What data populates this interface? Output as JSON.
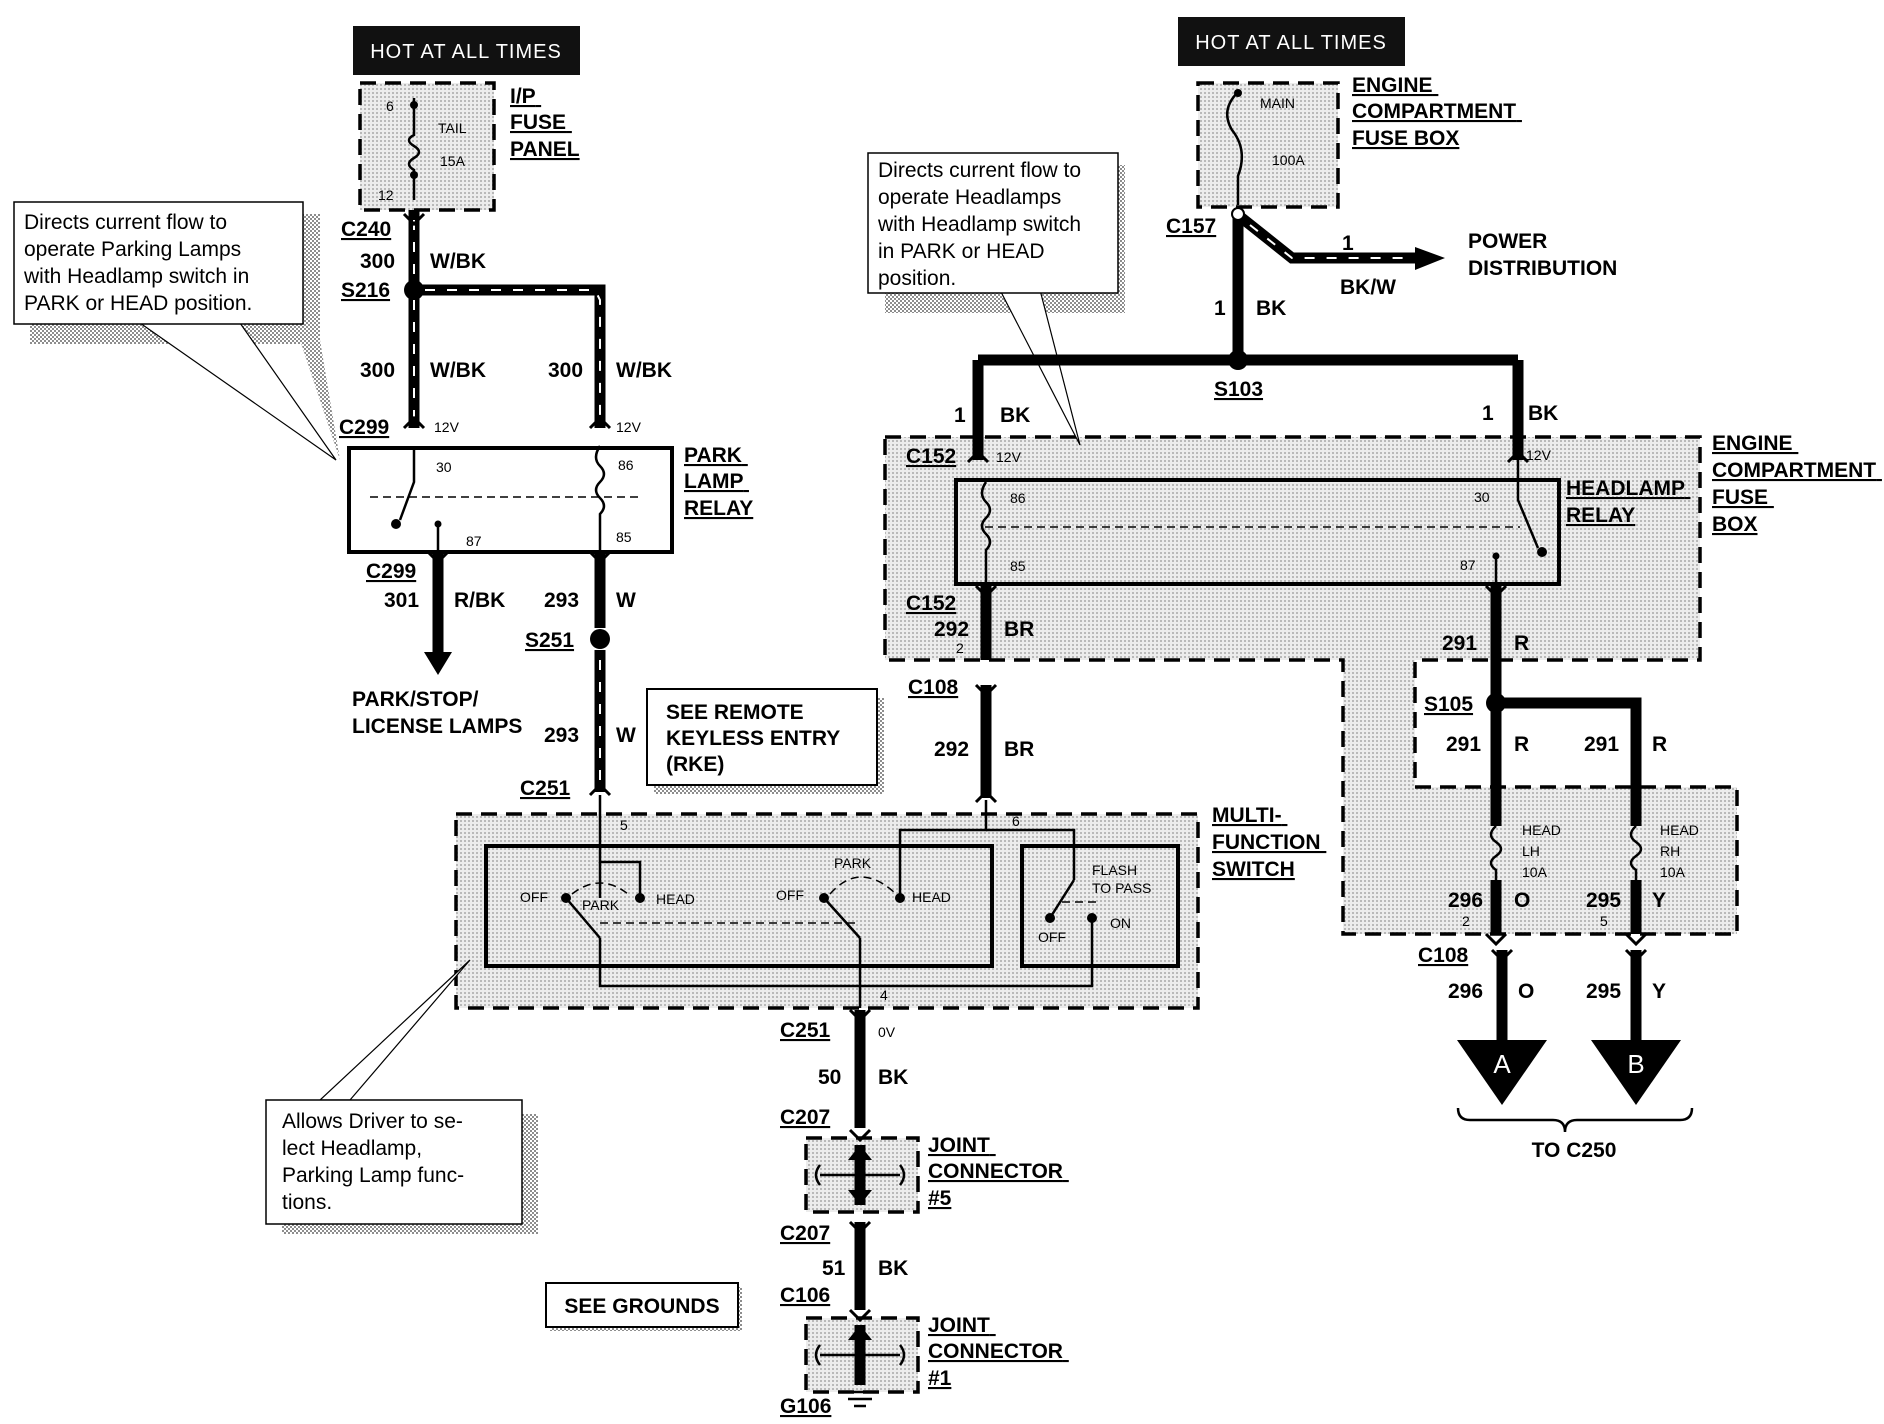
{
  "title": "",
  "headers": {
    "hot_left": "HOT AT ALL TIMES",
    "hot_right": "HOT AT ALL TIMES"
  },
  "components": {
    "ip_fuse_panel": "I/P FUSE PANEL",
    "ip_fuse": {
      "name": "TAIL",
      "rating": "15A",
      "pin_in": "6",
      "pin_out": "12"
    },
    "engine_fuse_box_top": "ENGINE COMPARTMENT FUSE BOX",
    "main_fuse": {
      "name": "MAIN",
      "rating": "100A"
    },
    "power_distribution": "POWER DISTRIBUTION",
    "park_lamp_relay": "PARK LAMP RELAY",
    "park_relay_pins": [
      "30",
      "86",
      "87",
      "85"
    ],
    "headlamp_relay": "HEADLAMP RELAY",
    "headlamp_relay_pins": [
      "86",
      "85",
      "30",
      "87"
    ],
    "engine_fuse_box_right": "ENGINE COMPARTMENT FUSE BOX",
    "head_lh_fuse": {
      "name": "HEAD LH",
      "rating": "10A"
    },
    "head_rh_fuse": {
      "name": "HEAD RH",
      "rating": "10A"
    },
    "multi_function_switch": "MULTI-FUNCTION SWITCH",
    "joint_connector_5": "JOINT CONNECTOR #5",
    "joint_connector_1": "JOINT CONNECTOR #1",
    "park_stop_license": "PARK/STOP/ LICENSE LAMPS",
    "to_c250": "TO C250",
    "arrow_a": "A",
    "arrow_b": "B"
  },
  "switch_labels": {
    "off": "OFF",
    "park": "PARK",
    "head": "HEAD",
    "flash_to_pass": "FLASH TO PASS",
    "on": "ON"
  },
  "notes": {
    "parking_lamps": "Directs current flow to operate Parking Lamps with Headlamp switch in PARK or HEAD position.",
    "headlamps": "Directs current flow to operate Headlamps with Headlamp switch in PARK or HEAD position.",
    "driver_select": "Allows Driver to select Headlamp, Parking Lamp functions.",
    "see_rke": "SEE REMOTE KEYLESS ENTRY (RKE)",
    "see_grounds": "SEE GROUNDS"
  },
  "connectors": [
    "C240",
    "S216",
    "C299",
    "C299",
    "S251",
    "C251",
    "C251",
    "C207",
    "C207",
    "C106",
    "G106",
    "C157",
    "S103",
    "C152",
    "C152",
    "C108",
    "S105",
    "C108"
  ],
  "wires": [
    {
      "circuit": "300",
      "color": "W/BK"
    },
    {
      "circuit": "300",
      "color": "W/BK"
    },
    {
      "circuit": "300",
      "color": "W/BK"
    },
    {
      "circuit": "301",
      "color": "R/BK"
    },
    {
      "circuit": "293",
      "color": "W"
    },
    {
      "circuit": "293",
      "color": "W"
    },
    {
      "circuit": "50",
      "color": "BK"
    },
    {
      "circuit": "51",
      "color": "BK"
    },
    {
      "circuit": "1",
      "color": "BK/W"
    },
    {
      "circuit": "1",
      "color": "BK"
    },
    {
      "circuit": "1",
      "color": "BK"
    },
    {
      "circuit": "1",
      "color": "BK"
    },
    {
      "circuit": "292",
      "color": "BR"
    },
    {
      "circuit": "292",
      "color": "BR"
    },
    {
      "circuit": "291",
      "color": "R"
    },
    {
      "circuit": "291",
      "color": "R"
    },
    {
      "circuit": "291",
      "color": "R"
    },
    {
      "circuit": "296",
      "color": "O"
    },
    {
      "circuit": "295",
      "color": "Y"
    },
    {
      "circuit": "296",
      "color": "O"
    },
    {
      "circuit": "295",
      "color": "Y"
    }
  ],
  "voltages": [
    "12V",
    "12V",
    "12V",
    "12V",
    "0V"
  ],
  "pins": [
    "5",
    "6",
    "4",
    "2",
    "2",
    "5"
  ]
}
